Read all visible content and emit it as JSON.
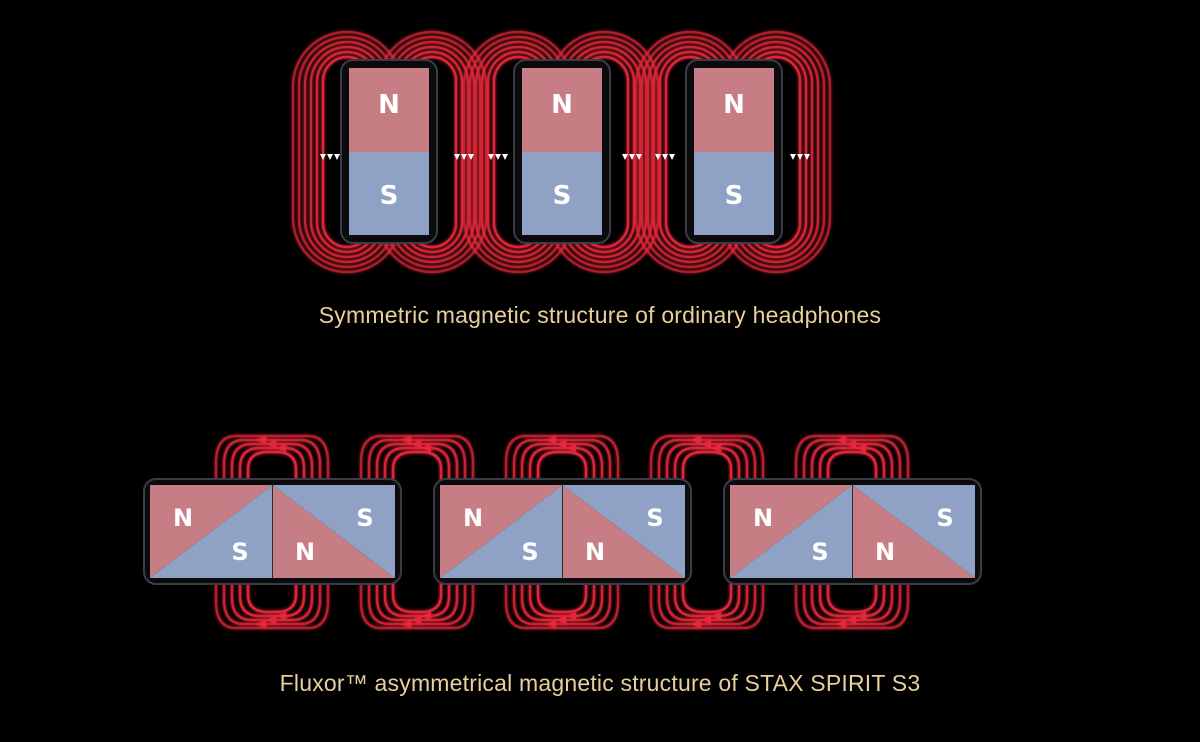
{
  "diagram": {
    "top_caption": "Symmetric magnetic structure of ordinary headphones",
    "bottom_caption": "Fluxor™ asymmetrical magnetic structure of STAX SPIRIT S3",
    "top_magnets": [
      {
        "north_label": "N",
        "south_label": "S"
      },
      {
        "north_label": "N",
        "south_label": "S"
      },
      {
        "north_label": "N",
        "south_label": "S"
      }
    ],
    "bottom_magnets": [
      {
        "labels": [
          "N",
          "S",
          "N",
          "S"
        ]
      },
      {
        "labels": [
          "N",
          "S",
          "N",
          "S"
        ]
      },
      {
        "labels": [
          "N",
          "S",
          "N",
          "S"
        ]
      }
    ],
    "colors": {
      "background": "#000000",
      "north_pole": "#c67e84",
      "south_pole": "#8fa1c4",
      "field_line": "#e8283a",
      "caption": "#e8cf9c"
    }
  }
}
